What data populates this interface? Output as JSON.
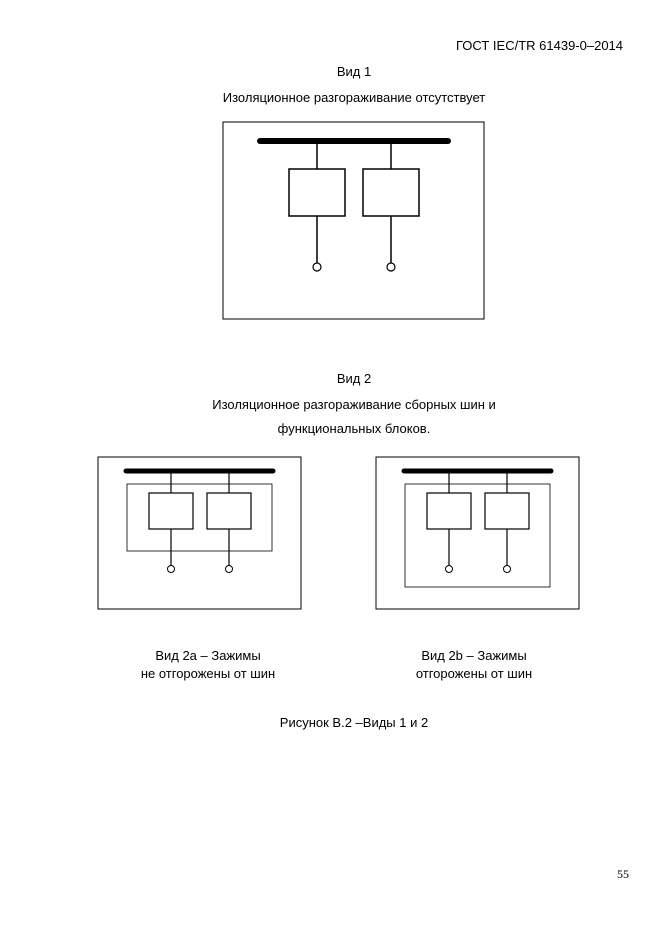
{
  "header": {
    "standard": "ГОСТ IEC/TR 61439-0–2014"
  },
  "view1": {
    "title": "Вид 1",
    "caption": "Изоляционное разгораживание отсутствует"
  },
  "view2": {
    "title": "Вид 2",
    "caption_line1": "Изоляционное разгораживание сборных шин и",
    "caption_line2": "функциональных блоков."
  },
  "view2a": {
    "line1": "Вид 2a – Зажимы",
    "line2": "не отгорожены от шин"
  },
  "view2b": {
    "line1": "Вид 2b – Зажимы",
    "line2": "отгорожены от шин"
  },
  "figure_caption": "Рисунок B.2 –Виды 1 и 2",
  "page_number": "55"
}
